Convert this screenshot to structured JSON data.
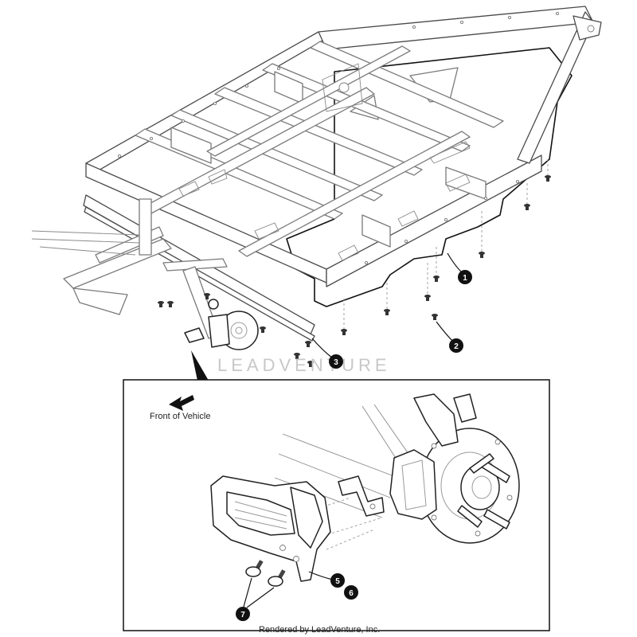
{
  "watermark": "LEADVENTURE",
  "inset": {
    "front_of_vehicle_label": "Front of Vehicle",
    "footer": "Rendered by LeadVenture, Inc."
  },
  "callouts": [
    {
      "label": "1"
    },
    {
      "label": "2"
    },
    {
      "label": "3"
    },
    {
      "label": "5"
    },
    {
      "label": "6"
    },
    {
      "label": "7"
    }
  ],
  "icons": {
    "front_arrow": "direction-arrow-icon"
  }
}
